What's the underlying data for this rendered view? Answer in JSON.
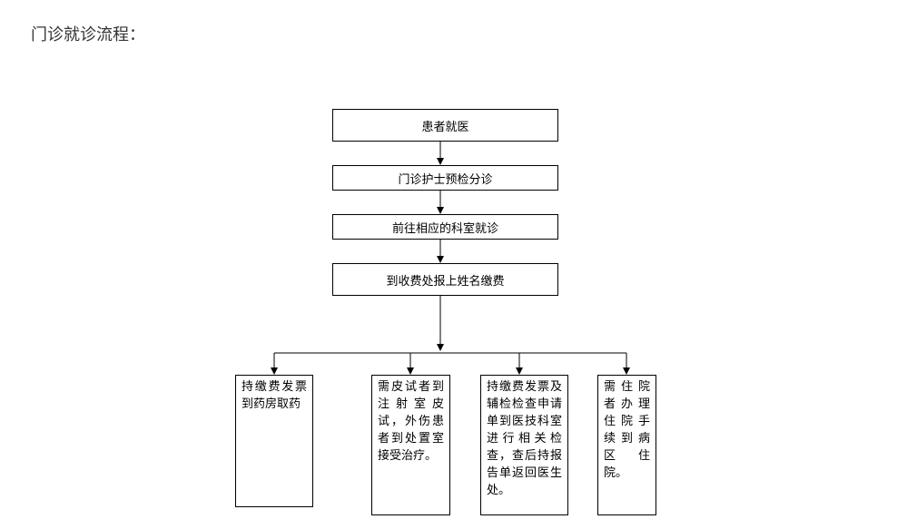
{
  "page": {
    "title": "门诊就诊流程："
  },
  "flow": {
    "steps": [
      "患者就医",
      "门诊护士预检分诊",
      "前往相应的科室就诊",
      "到收费处报上姓名缴费"
    ],
    "branches": [
      "持缴费发票到药房取药",
      "需皮试者到注射室皮试，外伤患者到处置室接受治疗。",
      "持缴费发票及辅检检查申请单到医技科室进行相关检查，查后持报告单返回医生处。",
      "需住院者办理住院手续到病区住院。"
    ]
  }
}
